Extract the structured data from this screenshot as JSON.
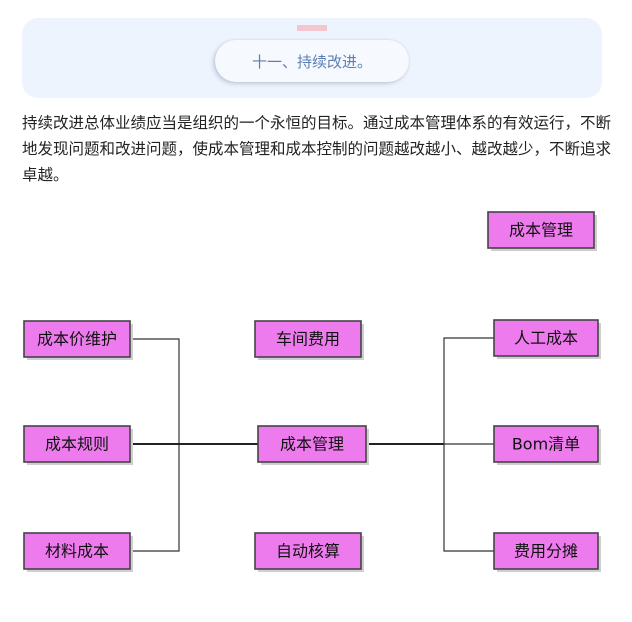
{
  "section": {
    "title": "十一、持续改进。"
  },
  "paragraph": "持续改进总体业绩应当是组织的一个永恒的目标。通过成本管理体系的有效运行，不断地发现问题和改进问题，使成本管理和成本控制的问题越改越小、越改越少，不断追求卓越。",
  "diagram": {
    "top_node": "成本管理",
    "left_nodes": [
      "成本价维护",
      "成本规则",
      "材料成本"
    ],
    "middle_nodes": [
      "车间费用",
      "成本管理",
      "自动核算"
    ],
    "right_nodes": [
      "人工成本",
      "Bom清单",
      "费用分摊"
    ],
    "colors": {
      "box_fill": "#ee7bee",
      "box_border": "#444444",
      "line": "#333333"
    }
  }
}
